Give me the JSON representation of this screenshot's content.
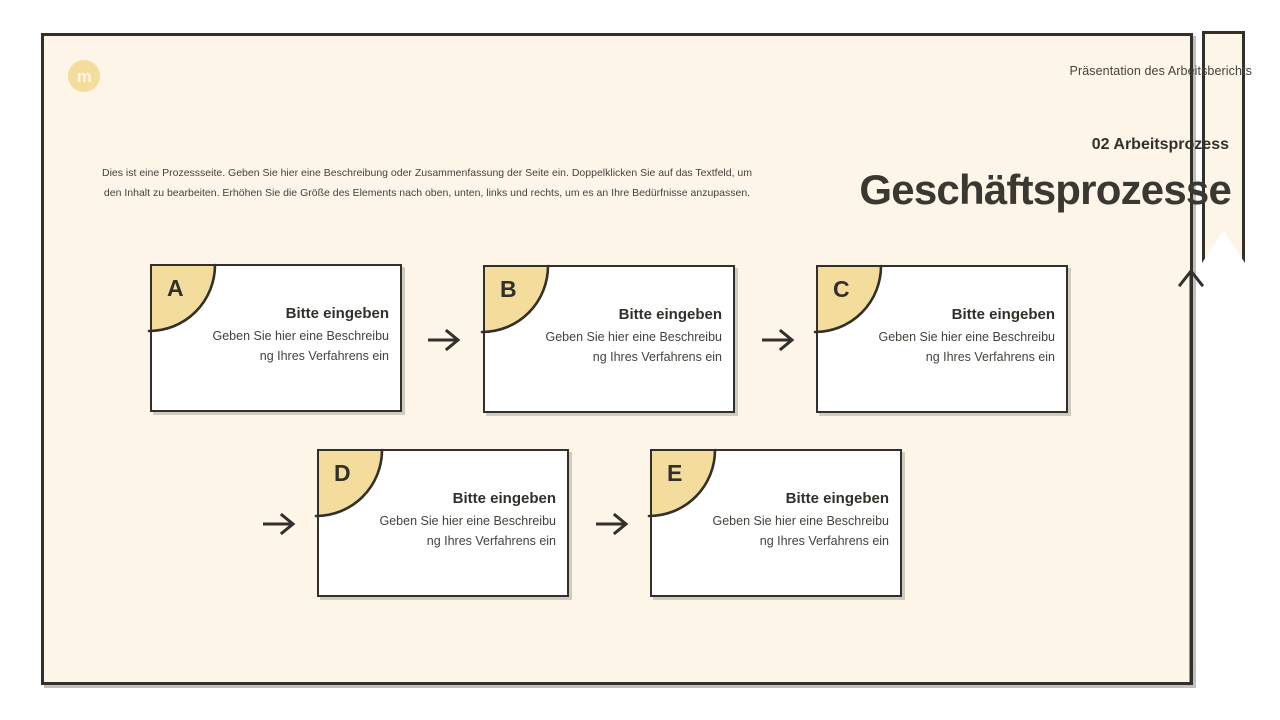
{
  "slide": {
    "logo_letter": "m",
    "header_label": "Präsentation des Arbeitsberichts",
    "section_eyebrow": "02 Arbeitsprozess",
    "page_title": "Geschäftsprozesse",
    "description": "Dies ist eine Prozessseite. Geben Sie hier eine Beschreibung oder Zusammenfassung der Seite ein. Doppelklicken Sie auf das Textfeld, um den Inhalt zu bearbeiten. Erhöhen Sie die Größe des Elements nach oben, unten, links und rechts, um es an Ihre Bedürfnisse anzupassen."
  },
  "colors": {
    "page_background": "#ffffff",
    "slide_background": "#fdf6e8",
    "outline": "#31302b",
    "accent_yellow": "#f3dc9c",
    "card_background": "#ffffff",
    "text_dark": "#31302b",
    "text_body": "#45423c"
  },
  "steps": [
    {
      "letter": "A",
      "title": "Bitte eingeben",
      "text": "Geben Sie hier eine Beschreibung Ihres Verfahrens ein"
    },
    {
      "letter": "B",
      "title": "Bitte eingeben",
      "text": "Geben Sie hier eine Beschreibung Ihres Verfahrens ein"
    },
    {
      "letter": "C",
      "title": "Bitte eingeben",
      "text": "Geben Sie hier eine Beschreibung Ihres Verfahrens ein"
    },
    {
      "letter": "D",
      "title": "Bitte eingeben",
      "text": "Geben Sie hier eine Beschreibung Ihres Verfahrens ein"
    },
    {
      "letter": "E",
      "title": "Bitte eingeben",
      "text": "Geben Sie hier eine Beschreibung Ihres Verfahrens ein"
    }
  ],
  "icons": {
    "flow_arrow": "arrow-right-icon",
    "frame_arrow": "arrow-up-icon",
    "ribbon": "bookmark-ribbon-shape",
    "logo": "logo-badge-icon"
  }
}
